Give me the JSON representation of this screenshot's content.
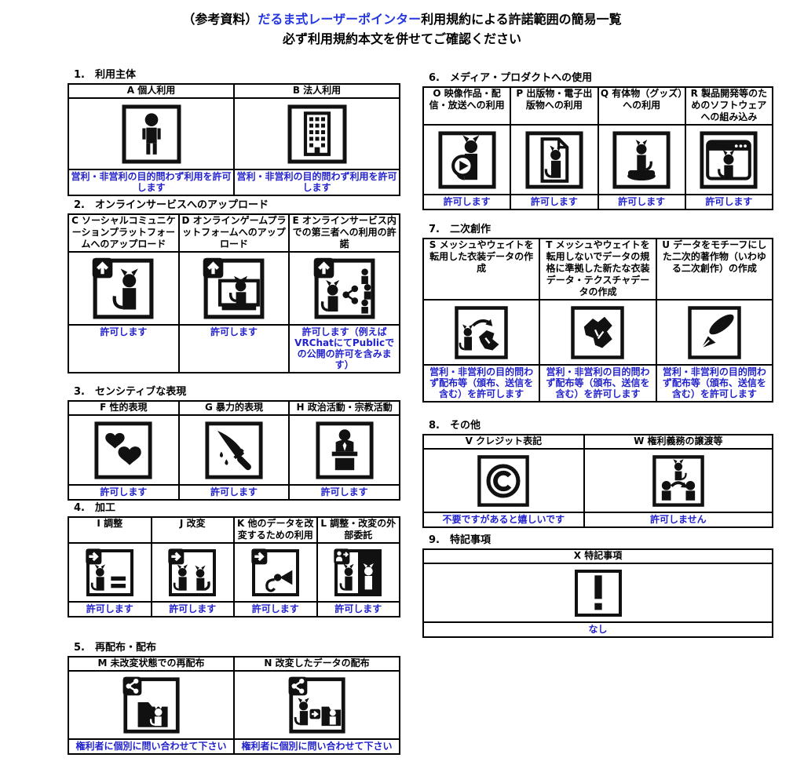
{
  "page": {
    "title_prefix": "（参考資料）",
    "title_highlight": "だるま式レーザーポインター",
    "title_suffix": "利用規約による許諾範囲の簡易一覧",
    "subtitle": "必ず利用規約本文を併せてご確認ください"
  },
  "colors": {
    "title_blue": "#2437e0",
    "permission_blue": "#2222cc",
    "ink": "#000000"
  },
  "sections": [
    {
      "number": "1.",
      "title": "利用主体",
      "cells": [
        {
          "header": "A 個人利用",
          "icon": "person-icon",
          "permission": "営利・非営利の目的問わず利用を許可します"
        },
        {
          "header": "B 法人利用",
          "icon": "building-icon",
          "permission": "営利・非営利の目的問わず利用を許可します"
        }
      ]
    },
    {
      "number": "2.",
      "title": "オンラインサービスへのアップロード",
      "cells": [
        {
          "header": "C ソーシャルコミュニケーションプラットフォームへのアップロード",
          "icon": "upload-social-cat-icon",
          "permission": "許可します"
        },
        {
          "header": "D オンラインゲームプラットフォームへのアップロード",
          "icon": "upload-game-platform-icon",
          "permission": "許可します"
        },
        {
          "header": "E オンラインサービス内での第三者への利用の許諾",
          "icon": "upload-share-third-party-icon",
          "permission": "許可します（例えばVRChatにてPublicでの公開の許可を含みます）"
        }
      ]
    },
    {
      "number": "3.",
      "title": "センシティブな表現",
      "cells": [
        {
          "header": "F 性的表現",
          "icon": "hearts-icon",
          "permission": "許可します"
        },
        {
          "header": "G 暴力的表現",
          "icon": "knife-icon",
          "permission": "許可します"
        },
        {
          "header": "H 政治活動・宗教活動",
          "icon": "podium-speaker-icon",
          "permission": "許可します"
        }
      ]
    },
    {
      "number": "4.",
      "title": "加工",
      "cells": [
        {
          "header": "I 調整",
          "icon": "adjust-equal-icon",
          "permission": "許可します"
        },
        {
          "header": "J 改変",
          "icon": "modify-cats-icon",
          "permission": "許可します"
        },
        {
          "header": "K 他のデータを改変するための利用",
          "icon": "modify-other-data-icon",
          "permission": "許可します"
        },
        {
          "header": "L 調整・改変の外部委託",
          "icon": "outsource-icon",
          "permission": "許可します"
        }
      ]
    },
    {
      "number": "5.",
      "title": "再配布・配布",
      "cells": [
        {
          "header": "M 未改変状態での再配布",
          "icon": "redistribute-folder-icon",
          "permission": "権利者に個別に問い合わせて下さい"
        },
        {
          "header": "N 改変したデータの配布",
          "icon": "distribute-modified-icon",
          "permission": "権利者に個別に問い合わせて下さい"
        }
      ]
    },
    {
      "number": "6.",
      "title": "メディア・プロダクトへの使用",
      "cells": [
        {
          "header": "O 映像作品・配信・放送への利用",
          "icon": "video-play-cat-icon",
          "permission": "許可します"
        },
        {
          "header": "P 出版物・電子出版物への利用",
          "icon": "publication-page-icon",
          "permission": "許可します"
        },
        {
          "header": "Q 有体物（グッズ）への利用",
          "icon": "goods-figurine-icon",
          "permission": "許可します"
        },
        {
          "header": "R 製品開発等のためのソフトウェアへの組み込み",
          "icon": "software-window-icon",
          "permission": "許可します"
        }
      ]
    },
    {
      "number": "7.",
      "title": "二次創作",
      "cells": [
        {
          "header": "S メッシュやウェイトを転用した衣装データの作成",
          "icon": "mesh-reuse-costume-icon",
          "permission": "営利・非営利の目的問わず配布等（頒布、送信を含む）を許可します"
        },
        {
          "header": "T メッシュやウェイトを転用しないでデータの規格に準拠した新たな衣装データ・テクスチャデータの作成",
          "icon": "new-costume-data-icon",
          "permission": "営利・非営利の目的問わず配布等（頒布、送信を含む）を許可します"
        },
        {
          "header": "U データをモチーフにした二次的著作物（いわゆる二次創作）の作成",
          "icon": "fountain-pen-icon",
          "permission": "営利・非営利の目的問わず配布等（頒布、送信を含む）を許可します"
        }
      ]
    },
    {
      "number": "8.",
      "title": "その他",
      "cells": [
        {
          "header": "V クレジット表記",
          "icon": "copyright-icon",
          "permission": "不要ですがあると嬉しいです"
        },
        {
          "header": "W 権利義務の譲渡等",
          "icon": "rights-transfer-icon",
          "permission": "許可しません"
        }
      ]
    },
    {
      "number": "9.",
      "title": "特記事項",
      "cells": [
        {
          "header": "X 特記事項",
          "icon": "exclamation-icon",
          "permission": "なし"
        }
      ]
    }
  ]
}
